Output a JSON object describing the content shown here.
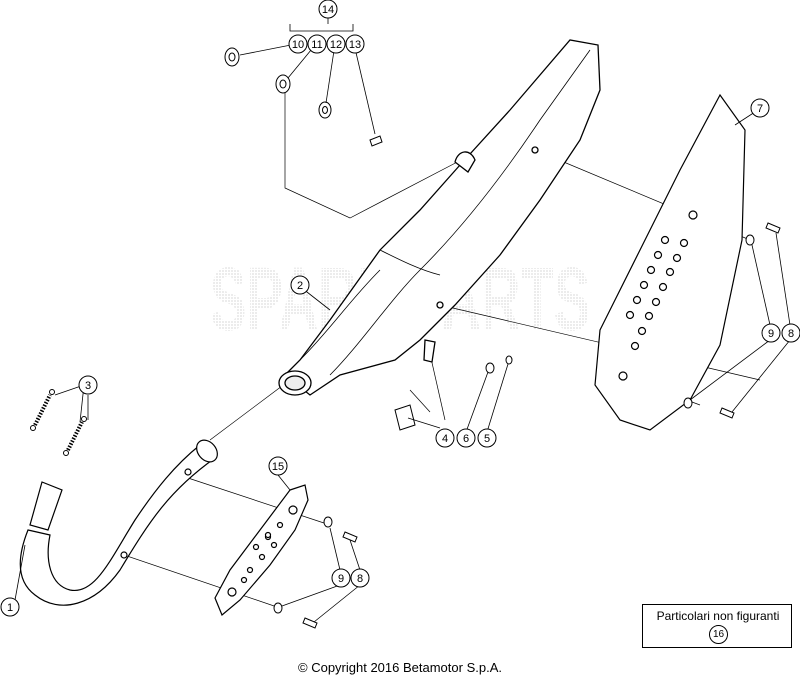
{
  "parts": {
    "p1": "1",
    "p2": "2",
    "p3": "3",
    "p4": "4",
    "p5": "5",
    "p6": "6",
    "p7": "7",
    "p8a": "8",
    "p8b": "8",
    "p9a": "9",
    "p9b": "9",
    "p10": "10",
    "p11": "11",
    "p12": "12",
    "p13": "13",
    "p14": "14",
    "p15": "15"
  },
  "legend": {
    "label": "Particolari non figuranti",
    "number": "16"
  },
  "watermark": {
    "text": "SPARE PARTS"
  },
  "copyright": "© Copyright 2016 Betamotor S.p.A."
}
